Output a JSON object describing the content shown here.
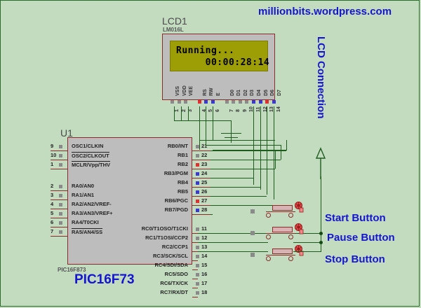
{
  "page": {
    "watermark": "millionbits.wordpress.com",
    "background_color": "#c3dcc0",
    "wire_color": "#1d5c1d",
    "label_color": "#1515cf"
  },
  "lcd": {
    "ref": "LCD1",
    "part": "LM016L",
    "screen_lines": [
      "Running...",
      "     00:00:28:14"
    ],
    "pins": [
      {
        "num": "1",
        "name": "VSS",
        "pad": "gray"
      },
      {
        "num": "2",
        "name": "VDD",
        "pad": "gray"
      },
      {
        "num": "3",
        "name": "VEE",
        "pad": "gray"
      },
      {
        "num": "4",
        "name": "RS",
        "pad": "red"
      },
      {
        "num": "5",
        "name": "RW",
        "pad": "blue"
      },
      {
        "num": "6",
        "name": "E",
        "pad": "blue"
      },
      {
        "num": "7",
        "name": "D0",
        "pad": "gray"
      },
      {
        "num": "8",
        "name": "D1",
        "pad": "gray"
      },
      {
        "num": "9",
        "name": "D2",
        "pad": "gray"
      },
      {
        "num": "10",
        "name": "D3",
        "pad": "gray"
      },
      {
        "num": "11",
        "name": "D4",
        "pad": "blue"
      },
      {
        "num": "12",
        "name": "D5",
        "pad": "blue"
      },
      {
        "num": "13",
        "name": "D6",
        "pad": "red"
      },
      {
        "num": "14",
        "name": "D7",
        "pad": "blue"
      }
    ]
  },
  "mcu": {
    "ref": "U1",
    "part_small": "PIC16F873",
    "part_label": "PIC16F73",
    "left_pins": [
      {
        "num": "9",
        "label": "OSC1/CLKIN"
      },
      {
        "num": "10",
        "label": "OSC2/CLKOUT"
      },
      {
        "num": "1",
        "label": "MCLR/Vpp/THV"
      },
      {
        "num": "2",
        "label": "RA0/AN0"
      },
      {
        "num": "3",
        "label": "RA1/AN1"
      },
      {
        "num": "4",
        "label": "RA2/AN2/VREF-"
      },
      {
        "num": "5",
        "label": "RA3/AN3/VREF+"
      },
      {
        "num": "6",
        "label": "RA4/T0CKI"
      },
      {
        "num": "7",
        "label": "RA5/AN4/SS"
      }
    ],
    "right_pins_b": [
      {
        "num": "21",
        "label": "RB0/INT",
        "pad": "gray"
      },
      {
        "num": "22",
        "label": "RB1",
        "pad": "gray"
      },
      {
        "num": "23",
        "label": "RB2",
        "pad": "red"
      },
      {
        "num": "24",
        "label": "RB3/PGM",
        "pad": "blue"
      },
      {
        "num": "25",
        "label": "RB4",
        "pad": "blue"
      },
      {
        "num": "26",
        "label": "RB5",
        "pad": "blue"
      },
      {
        "num": "27",
        "label": "RB6/PGC",
        "pad": "red"
      },
      {
        "num": "28",
        "label": "RB7/PGD",
        "pad": "blue"
      }
    ],
    "right_pins_c": [
      {
        "num": "11",
        "label": "RC0/T1OSO/T1CKI",
        "pad": "gray"
      },
      {
        "num": "12",
        "label": "RC1/T1OSI/CCP2",
        "pad": "gray"
      },
      {
        "num": "13",
        "label": "RC2/CCP1",
        "pad": "gray"
      },
      {
        "num": "14",
        "label": "RC3/SCK/SCL",
        "pad": "gray"
      },
      {
        "num": "15",
        "label": "RC4/SDI/SDA",
        "pad": "gray"
      },
      {
        "num": "16",
        "label": "RC5/SDO",
        "pad": "gray"
      },
      {
        "num": "17",
        "label": "RC6/TX/CK",
        "pad": "gray"
      },
      {
        "num": "18",
        "label": "RC7/RX/DT",
        "pad": "gray"
      }
    ]
  },
  "annotations": {
    "lcd_connection": "LCD Connection",
    "buttons": [
      {
        "label": "Start Button"
      },
      {
        "label": "Pause Button"
      },
      {
        "label": "Stop Button"
      }
    ]
  }
}
